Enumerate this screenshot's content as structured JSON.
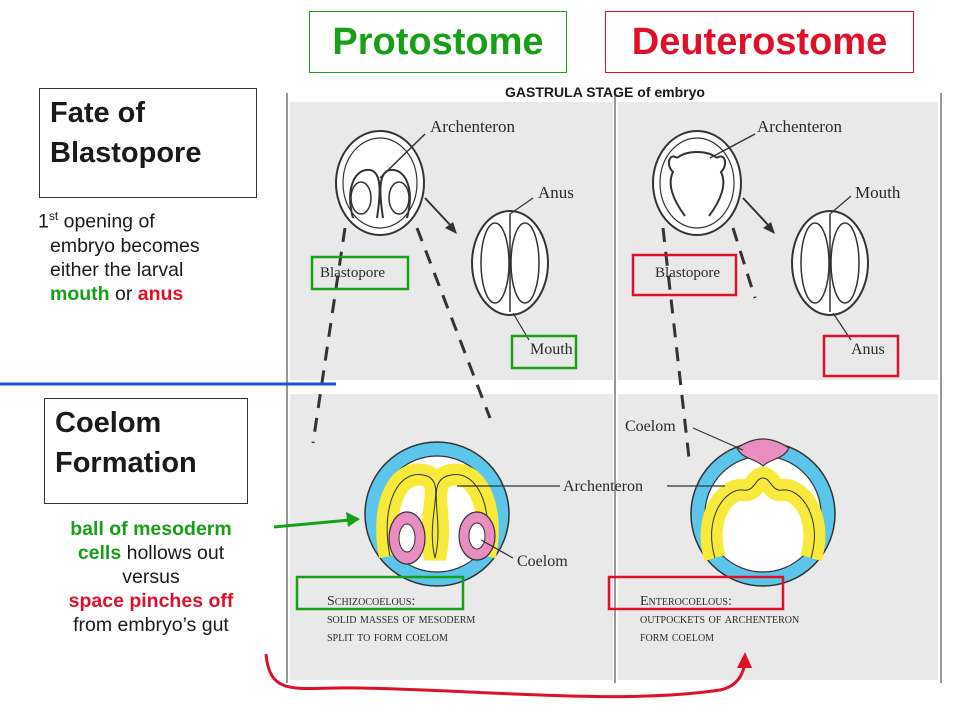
{
  "titles": {
    "protostome": "Protostome",
    "deuterostome": "Deuterostome",
    "gastrula_stage": "GASTRULA STAGE of embryo"
  },
  "left_panel": {
    "fate_heading_line1": "Fate of",
    "fate_heading_line2": "Blastopore",
    "fate_desc_num": "1",
    "fate_desc_sup": "st",
    "fate_desc_line1": " opening of",
    "fate_desc_line2": "embryo becomes",
    "fate_desc_line3": "either the larval",
    "fate_desc_mouth": "mouth",
    "fate_desc_or": " or ",
    "fate_desc_anus": "anus",
    "coelom_heading_line1": "Coelom",
    "coelom_heading_line2": "Formation",
    "coelom_desc_line1": "ball of mesoderm",
    "coelom_desc_cells": "cells",
    "coelom_desc_line2_rest": " hollows out",
    "coelom_desc_line3": "versus",
    "coelom_desc_line4": "space pinches off",
    "coelom_desc_line5": "from embryo’s gut"
  },
  "figure_labels": {
    "archenteron": "Archenteron",
    "anus": "Anus",
    "mouth": "Mouth",
    "blastopore": "Blastopore",
    "coelom": "Coelom",
    "schizo_line1": "Schizocoelous:",
    "schizo_line2": "solid masses of mesoderm",
    "schizo_line3": "split to form coelom",
    "entero_line1": "Enterocoelous:",
    "entero_line2": "outpockets of archenteron",
    "entero_line3": "form coelom"
  },
  "colors": {
    "protostome_green": "#16a016",
    "deuterostome_red": "#e0102a",
    "divider_blue": "#1f4fd0",
    "ectoderm_blue": "#5bc6ea",
    "endoderm_yellow": "#f7ea3a",
    "mesoderm_pink": "#e98cc0",
    "figure_bg": "#e9e9e9"
  }
}
